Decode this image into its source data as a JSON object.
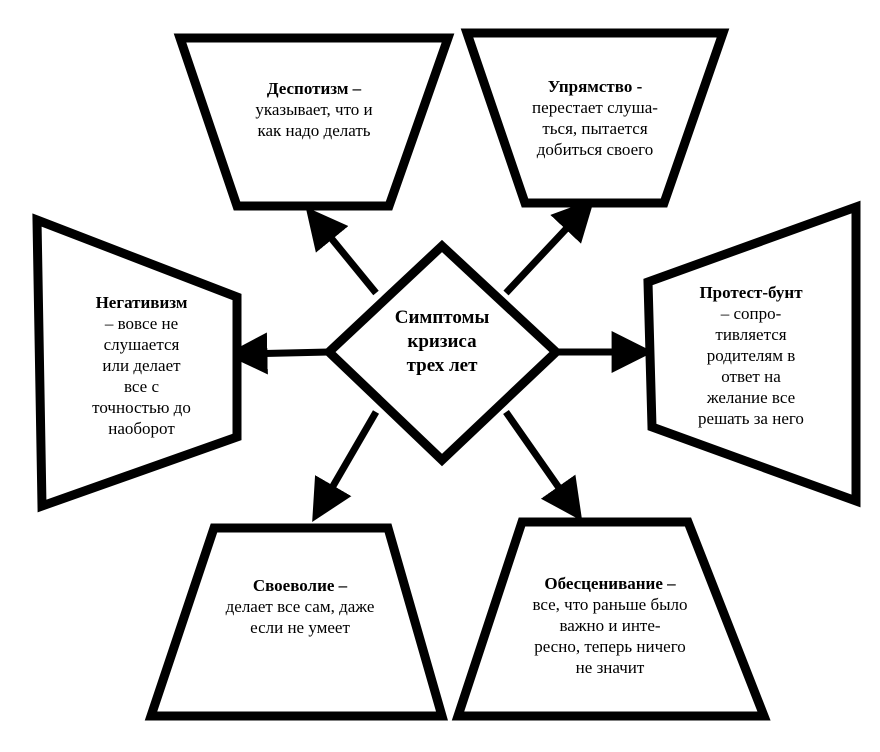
{
  "center": {
    "title": "Симптомы\nкризиса\nтрех лет"
  },
  "nodes": [
    {
      "id": "despotism",
      "title": "Деспотизм –",
      "desc": "указывает, что и\nкак надо делать"
    },
    {
      "id": "stubbornness",
      "title": "Упрямство -",
      "desc": "перестает слуша-\nться, пытается\nдобиться своего"
    },
    {
      "id": "negativism",
      "title": "Негативизм",
      "desc": "– вовсе не\nслушается\nили делает\nвсе с\nточностью до\nнаоборот"
    },
    {
      "id": "protest",
      "title": "Протест-бунт",
      "desc": "– сопро-\nтивляется\nродителям в\nответ на\nжелание все\nрешать за него"
    },
    {
      "id": "self-will",
      "title": "Своеволие –",
      "desc": "делает все сам, даже\nесли не умеет"
    },
    {
      "id": "devaluation",
      "title": "Обесценивание –",
      "desc": "все, что раньше было\nважно и инте-\nресно, теперь ничего\nне значит"
    }
  ]
}
